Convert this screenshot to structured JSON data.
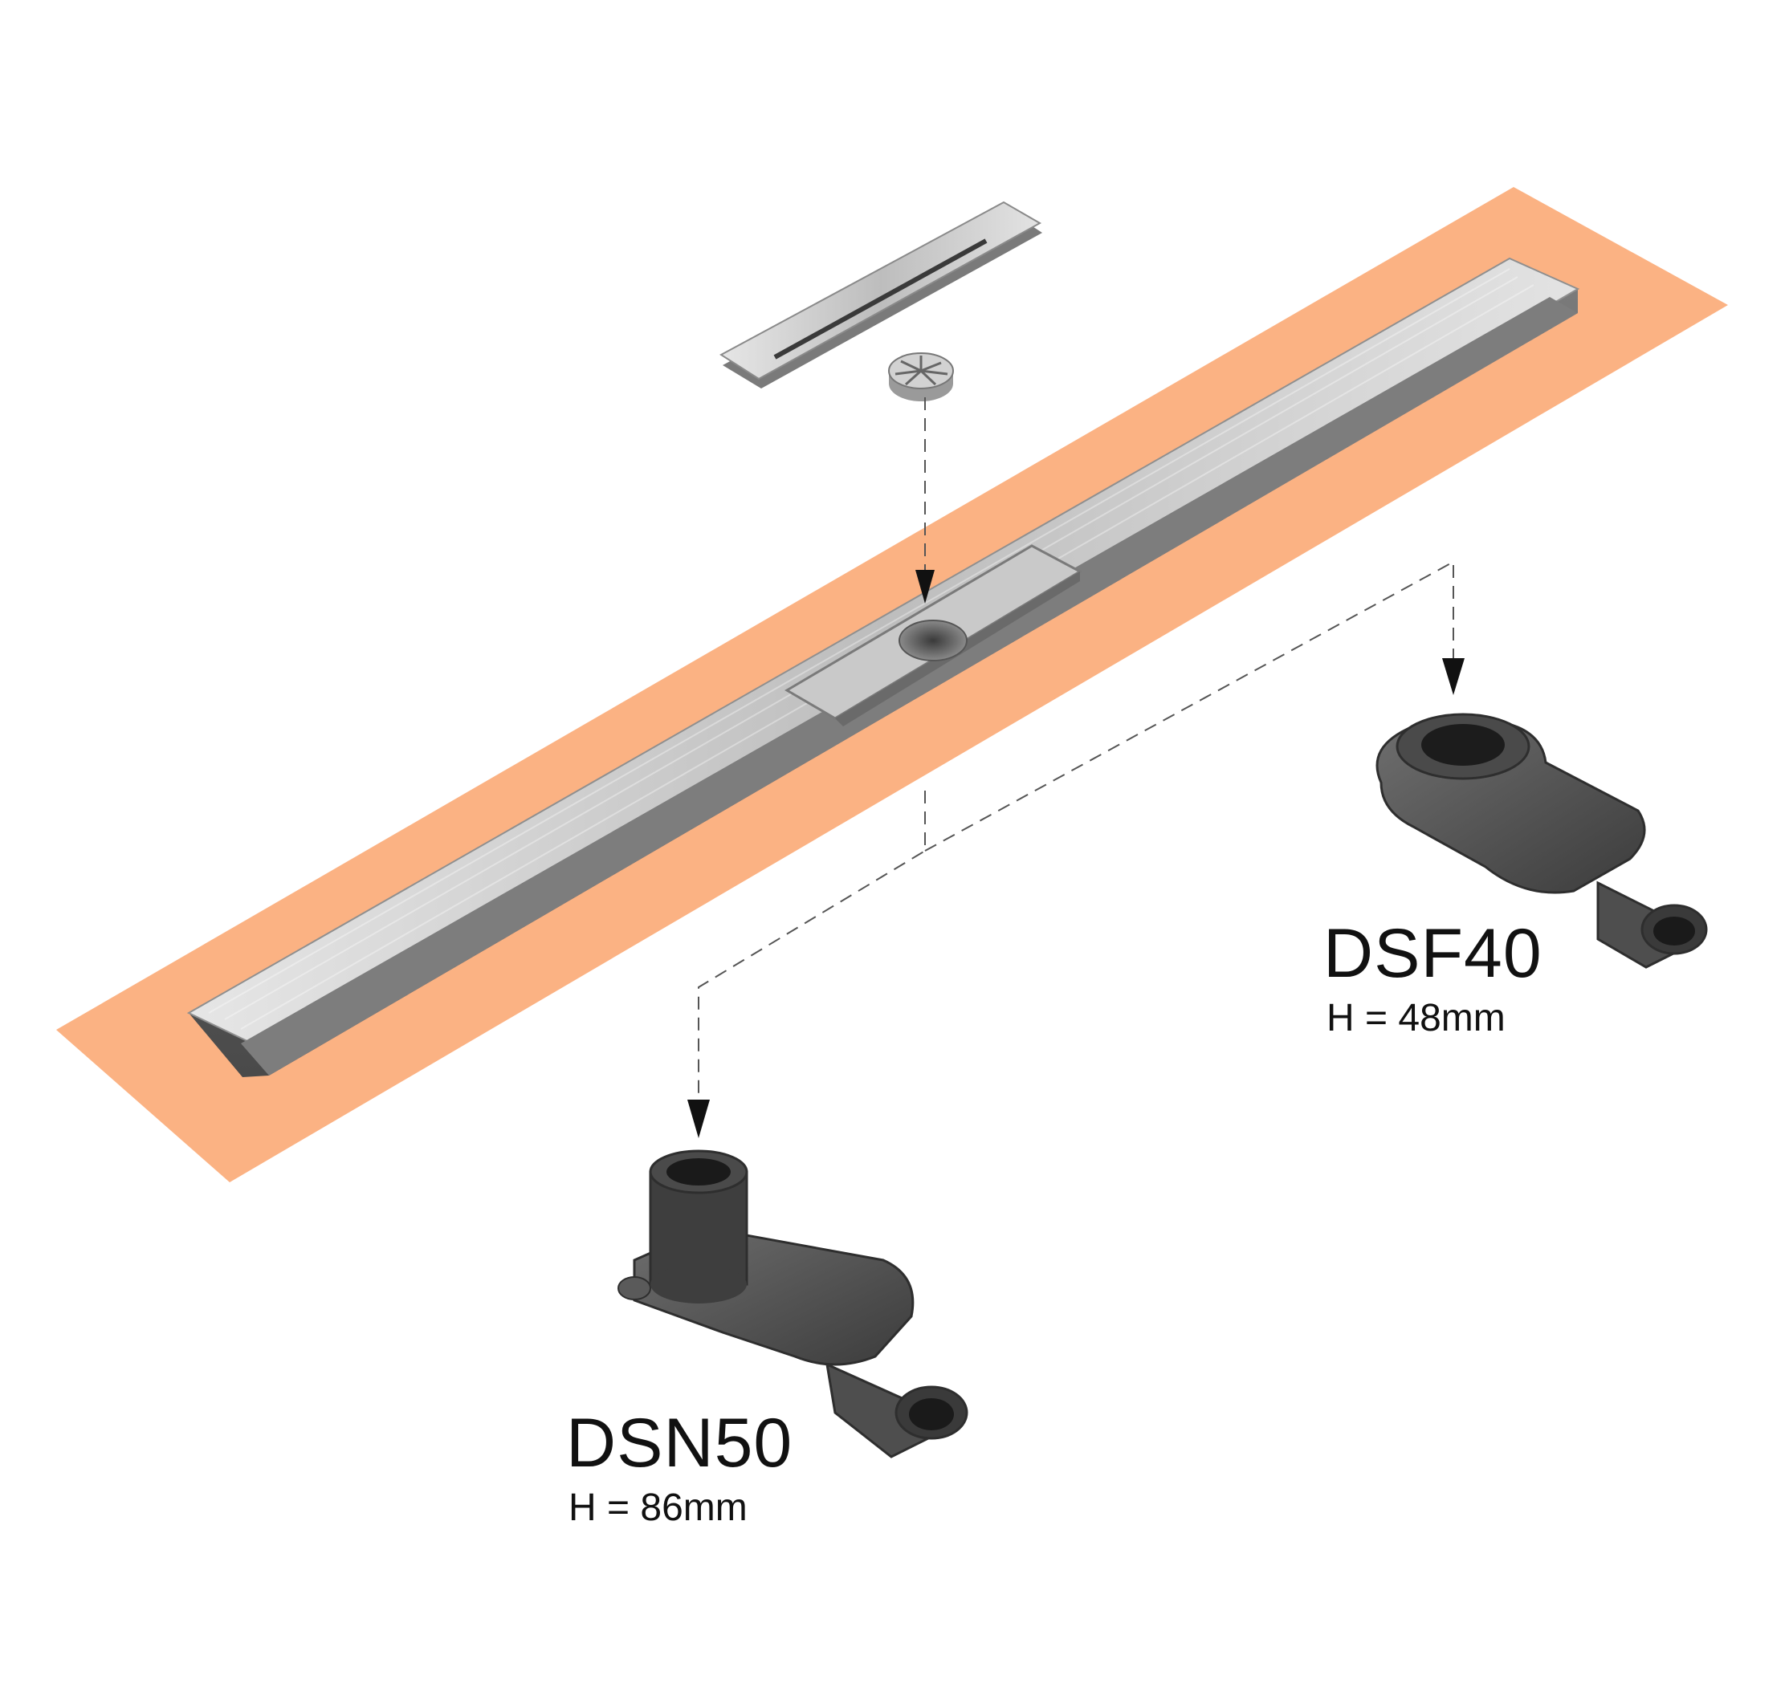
{
  "colors": {
    "membrane": "#FBB283",
    "steel_light": "#D9D9D9",
    "steel_mid": "#A9A9A9",
    "steel_dark": "#5E5E5E",
    "trap_body": "#5A5A5A",
    "trap_dark": "#2E2E2E",
    "leader_line": "#555555"
  },
  "parts": [
    {
      "id": "cover-grate",
      "icon": "cover-plate-icon"
    },
    {
      "id": "hair-strainer",
      "icon": "strainer-icon"
    },
    {
      "id": "drain-channel",
      "icon": "linear-drain-icon"
    },
    {
      "id": "waterproof-membrane",
      "icon": "membrane-icon"
    }
  ],
  "outlets": [
    {
      "name": "DSF40",
      "height": "H = 48mm",
      "icon": "horizontal-outlet-trap-icon"
    },
    {
      "name": "DSN50",
      "height": "H = 86mm",
      "icon": "vertical-outlet-trap-icon"
    }
  ]
}
